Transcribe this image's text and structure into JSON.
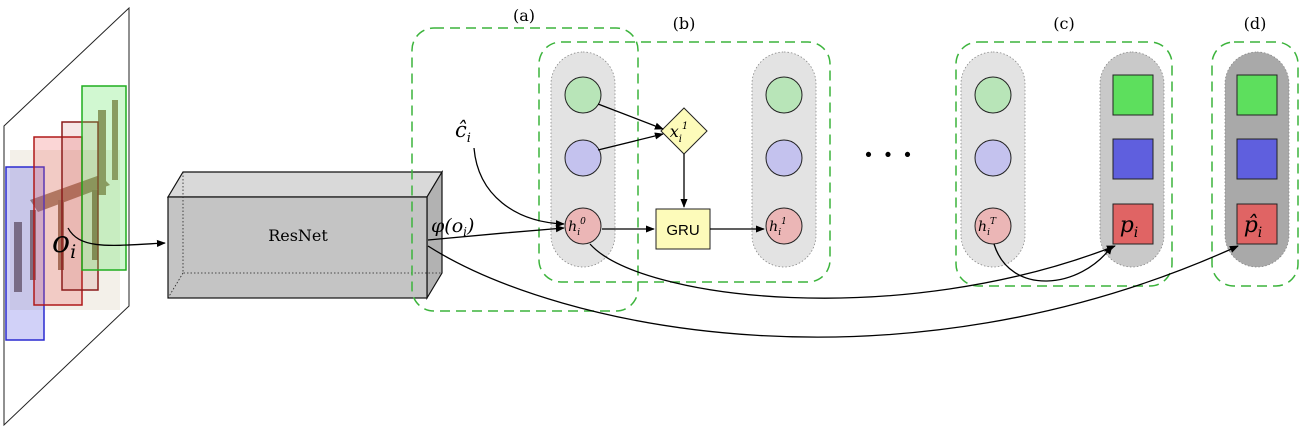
{
  "labels": {
    "group_a": "(a)",
    "group_b": "(b)",
    "group_c": "(c)",
    "group_d": "(d)",
    "resnet": "ResNet",
    "gru": "GRU",
    "input_var": "o",
    "input_sub": "i",
    "feature_fn": "φ(o",
    "feature_sub": "i",
    "feature_close": ")",
    "context_var": "ĉ",
    "context_sub": "i",
    "h0_base": "h",
    "h0_sub": "i",
    "h0_sup": "0",
    "h1_base": "h",
    "h1_sub": "i",
    "h1_sup": "1",
    "hT_base": "h",
    "hT_sub": "i",
    "hT_sup": "T",
    "x_base": "x",
    "x_sub": "i",
    "x_sup": "1",
    "p_base": "p",
    "p_sub": "i",
    "phat_base": "p̂",
    "phat_sub": "i",
    "ellipsis": "· · ·"
  },
  "colors": {
    "node_green": "#b8e5b8",
    "node_blue": "#c4c2ee",
    "node_red": "#ebb6b6",
    "square_green": "#5ddf5d",
    "square_blue": "#5f5fde",
    "square_red": "#e06464",
    "gru_fill": "#fdfbba",
    "diamond_fill": "#fdfbba",
    "column_light": "#e3e3e3",
    "column_mid": "#c9c9c9",
    "column_dark": "#a9a9a9",
    "dashed_border": "#3cb43c",
    "resnet_front": "#c4c4c4",
    "resnet_top": "#d9d9d9",
    "resnet_side": "#b2b2b2"
  }
}
